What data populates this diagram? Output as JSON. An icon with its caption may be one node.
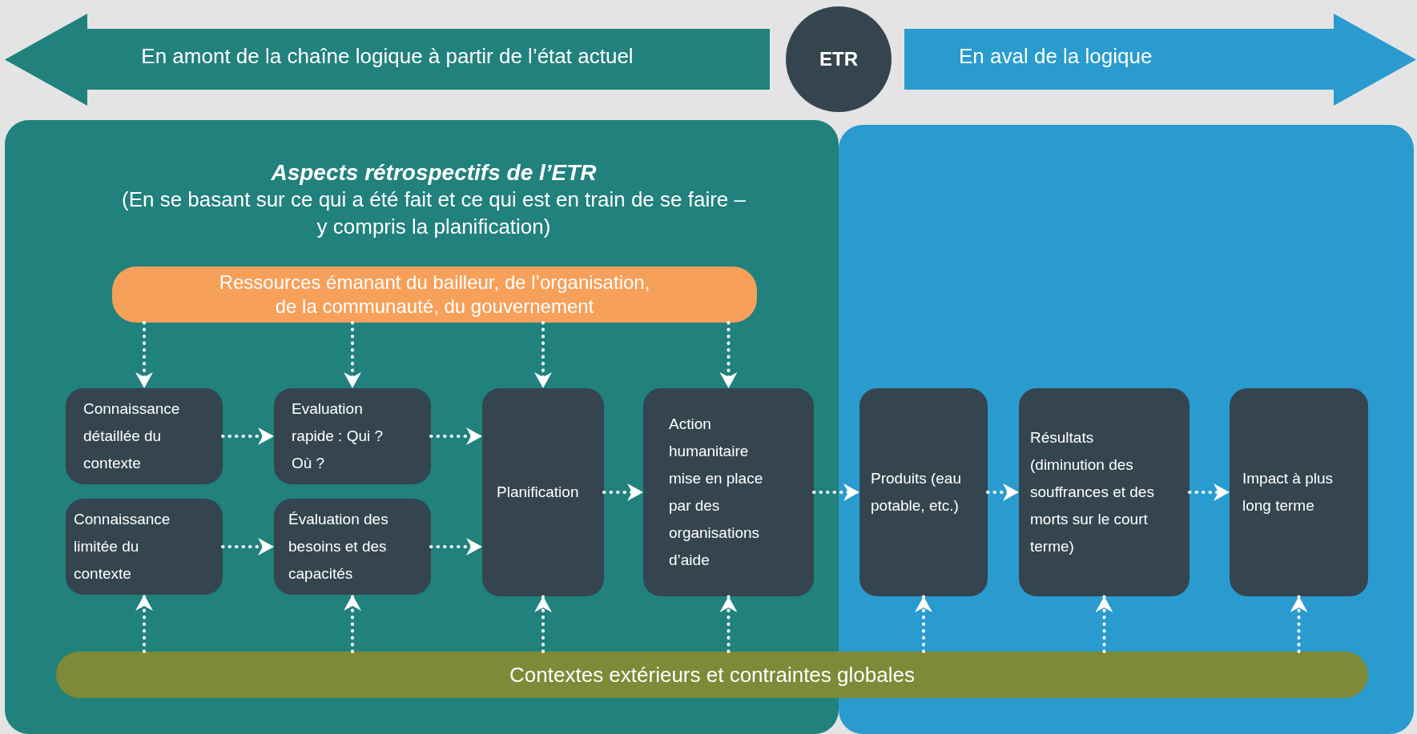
{
  "diagram": {
    "nodes": [
      {
        "text": [
          "En amont de la chaîne logique à partir de l’état actuel"
        ]
      },
      {
        "text": [
          "ETR"
        ]
      },
      {
        "text": [
          "En aval de la logique"
        ]
      },
      {
        "text": [
          "Aspects rétrospectifs de l’ETR",
          "(En se basant sur ce qui a été fait et ce qui est en train de se faire – y compris la planification)"
        ]
      },
      {
        "text": [],
        "shape": "box"
      },
      {
        "text": [
          "Ressources émanant du bailleur, de l’organisation, de la communauté, du gouvernement"
        ],
        "in": 3
      },
      {
        "text": [
          "Connaissance détaillée du contexte"
        ],
        "in": 3
      },
      {
        "text": [
          "Evaluation rapide : Qui ? Où ?"
        ],
        "in": 3
      },
      {
        "text": [
          "Planification"
        ],
        "in": 3
      },
      {
        "text": [
          "Action humanitaire mise en place par des organisations d’aide"
        ],
        "in": 3
      },
      {
        "text": [
          "Connaissance limitée du contexte"
        ],
        "in": 3
      },
      {
        "text": [
          "Évaluation des besoins et des capacités"
        ],
        "in": 3
      },
      {
        "text": [
          "Produits (eau potable, etc.)"
        ],
        "in": 4
      },
      {
        "text": [
          "Résultats (diminution des souffrances et des morts sur le court terme)"
        ],
        "in": 4
      },
      {
        "text": [
          "Impact à plus long terme"
        ],
        "in": 4
      },
      {
        "text": [
          "Contextes extérieurs et contraintes globales"
        ]
      }
    ],
    "edges": [
      {
        "from": 5,
        "to": 6,
        "arrow": "to",
        "style": "dashed"
      },
      {
        "from": 5,
        "to": 7,
        "arrow": "to",
        "style": "dashed"
      },
      {
        "from": 5,
        "to": 8,
        "arrow": "to",
        "style": "dashed"
      },
      {
        "from": 5,
        "to": 9,
        "arrow": "to",
        "style": "dashed"
      },
      {
        "from": 6,
        "to": 7,
        "arrow": "to",
        "style": "dashed"
      },
      {
        "from": 7,
        "to": 8,
        "arrow": "to",
        "style": "dashed"
      },
      {
        "from": 10,
        "to": 11,
        "arrow": "to",
        "style": "dashed"
      },
      {
        "from": 11,
        "to": 8,
        "arrow": "to",
        "style": "dashed"
      },
      {
        "from": 8,
        "to": 9,
        "arrow": "to",
        "style": "dashed"
      },
      {
        "from": 9,
        "to": 12,
        "arrow": "to",
        "style": "dashed"
      },
      {
        "from": 12,
        "to": 13,
        "arrow": "to",
        "style": "dashed"
      },
      {
        "from": 13,
        "to": 14,
        "arrow": "to",
        "style": "dashed"
      },
      {
        "from": 15,
        "to": 10,
        "arrow": "to",
        "style": "dashed"
      },
      {
        "from": 15,
        "to": 11,
        "arrow": "to",
        "style": "dashed"
      },
      {
        "from": 15,
        "to": 8,
        "arrow": "to",
        "style": "dashed"
      },
      {
        "from": 15,
        "to": 9,
        "arrow": "to",
        "style": "dashed"
      },
      {
        "from": 15,
        "to": 12,
        "arrow": "to",
        "style": "dashed"
      },
      {
        "from": 15,
        "to": 13,
        "arrow": "to",
        "style": "dashed"
      },
      {
        "from": 15,
        "to": 14,
        "arrow": "to",
        "style": "dashed"
      }
    ]
  }
}
